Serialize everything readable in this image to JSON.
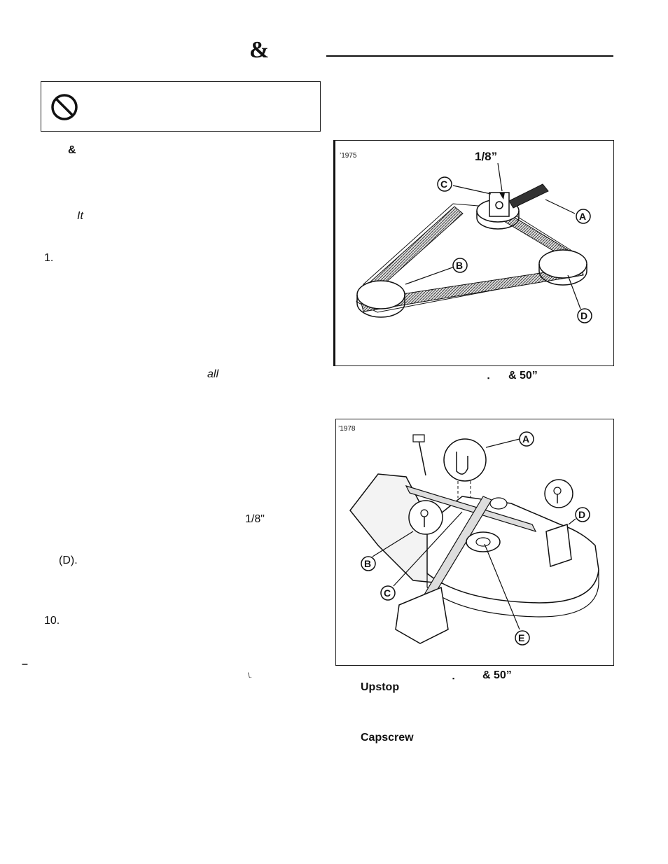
{
  "header": {
    "title_fragment": "&"
  },
  "warning": {
    "icon": "prohibition-icon"
  },
  "left_column": [
    {
      "key": "amp",
      "text": "&"
    },
    {
      "key": "it",
      "text": "It"
    },
    {
      "key": "step1",
      "text": "1."
    },
    {
      "key": "all",
      "text": "all"
    },
    {
      "key": "eighth",
      "text": "1/8\""
    },
    {
      "key": "d",
      "text": "(D)."
    },
    {
      "key": "step10",
      "text": "10."
    },
    {
      "key": "dash",
      "text": "–"
    },
    {
      "key": "mark",
      "text": "\\."
    }
  ],
  "figure1": {
    "id": "’1975",
    "measure": "1/8”",
    "callouts": [
      "A",
      "B",
      "C",
      "D"
    ],
    "caption_bullet": "▪",
    "caption": "& 50”"
  },
  "figure2": {
    "id": "’1978",
    "callouts": [
      "A",
      "B",
      "C",
      "D",
      "E"
    ],
    "caption_bullet": "▪",
    "caption": "& 50”",
    "labels": [
      "Upstop",
      "Capscrew"
    ]
  }
}
